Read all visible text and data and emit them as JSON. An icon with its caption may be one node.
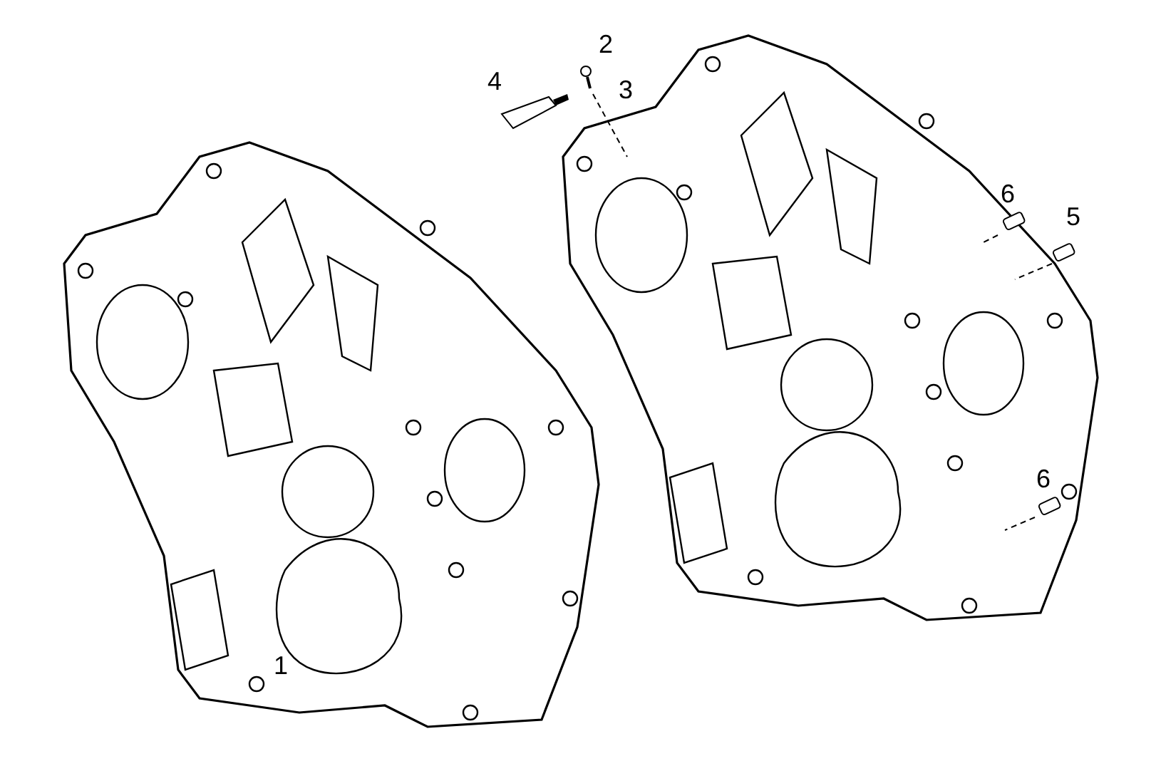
{
  "diagram": {
    "labels": [
      "2",
      "4",
      "3",
      "6",
      "5",
      "6",
      "1"
    ]
  }
}
